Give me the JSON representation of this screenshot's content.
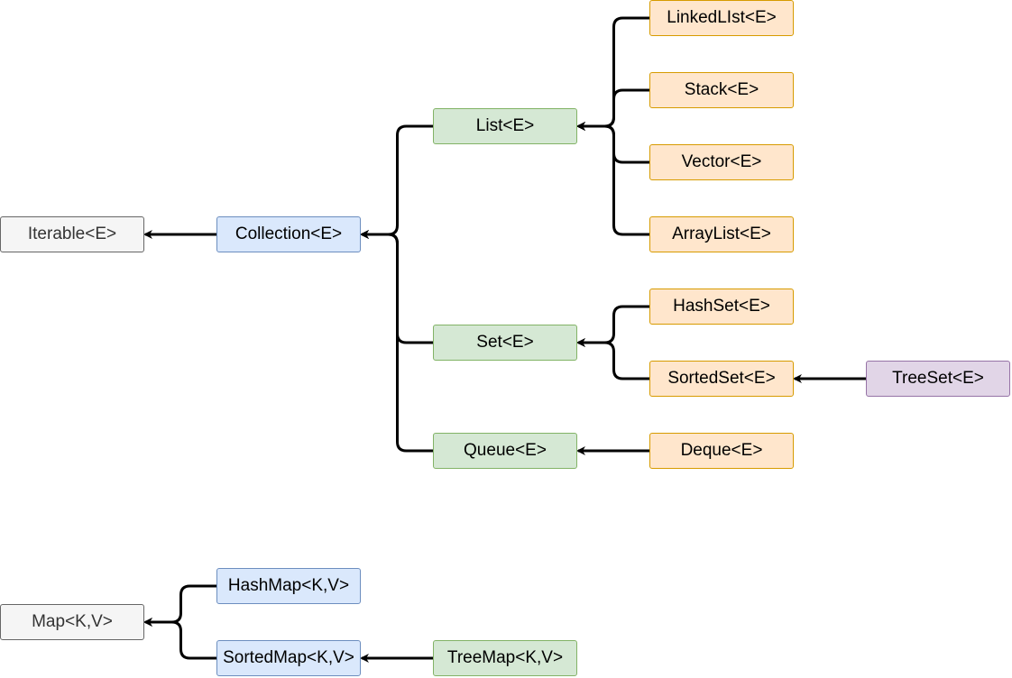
{
  "nodes": {
    "iterable": "Iterable<E>",
    "collection": "Collection<E>",
    "list": "List<E>",
    "set": "Set<E>",
    "queue": "Queue<E>",
    "linkedlist": "LinkedLIst<E>",
    "stack": "Stack<E>",
    "vector": "Vector<E>",
    "arraylist": "ArrayList<E>",
    "hashset": "HashSet<E>",
    "sortedset": "SortedSet<E>",
    "treeset": "TreeSet<E>",
    "deque": "Deque<E>",
    "map": "Map<K,V>",
    "hashmap": "HashMap<K,V>",
    "sortedmap": "SortedMap<K,V>",
    "treemap": "TreeMap<K,V>"
  },
  "edges": [
    {
      "from": "collection",
      "to": "iterable"
    },
    {
      "from": "list",
      "to": "collection"
    },
    {
      "from": "set",
      "to": "collection"
    },
    {
      "from": "queue",
      "to": "collection"
    },
    {
      "from": "linkedlist",
      "to": "list"
    },
    {
      "from": "stack",
      "to": "list"
    },
    {
      "from": "vector",
      "to": "list"
    },
    {
      "from": "arraylist",
      "to": "list"
    },
    {
      "from": "hashset",
      "to": "set"
    },
    {
      "from": "sortedset",
      "to": "set"
    },
    {
      "from": "treeset",
      "to": "sortedset"
    },
    {
      "from": "deque",
      "to": "queue"
    },
    {
      "from": "hashmap",
      "to": "map"
    },
    {
      "from": "sortedmap",
      "to": "map"
    },
    {
      "from": "treemap",
      "to": "sortedmap"
    }
  ],
  "colors": {
    "interface_root": "#f5f5f5",
    "interface_core": "#dae8fc",
    "interface_sub": "#d5e8d4",
    "implementation": "#ffe6cc",
    "leaf": "#e1d5e7",
    "edge": "#000000"
  }
}
